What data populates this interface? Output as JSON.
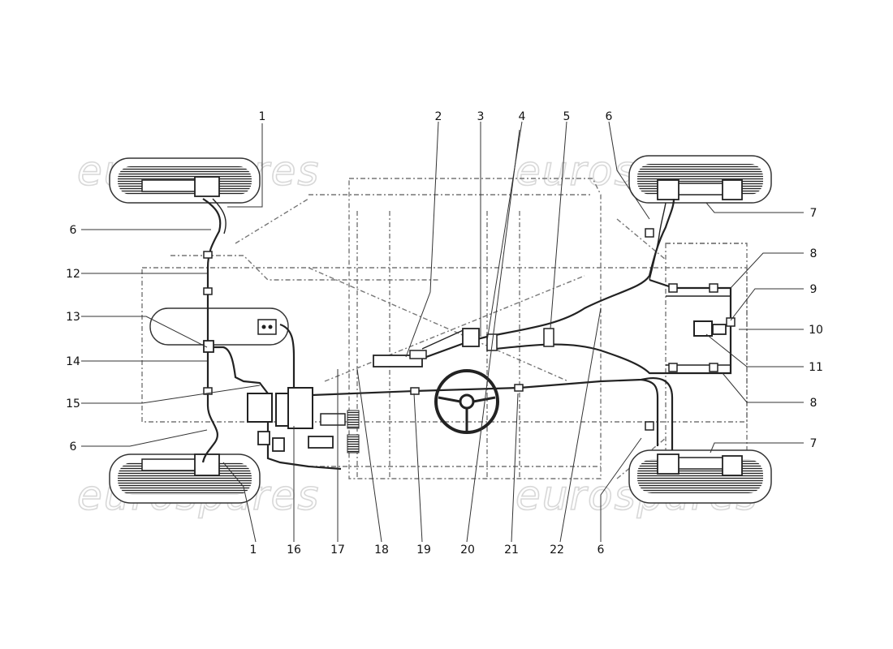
{
  "watermark": "eurospares",
  "callouts": {
    "c1_top": "1",
    "c1_bottom": "1",
    "c2": "2",
    "c3": "3",
    "c4": "4",
    "c5": "5",
    "c6_left_top": "6",
    "c6_left_bottom": "6",
    "c6_right_top": "6",
    "c6_right_bottom": "6",
    "c7_top": "7",
    "c7_bottom": "7",
    "c8_top": "8",
    "c8_bottom": "8",
    "c9": "9",
    "c10": "10",
    "c11": "11",
    "c12": "12",
    "c13": "13",
    "c14": "14",
    "c15": "15",
    "c16": "16",
    "c17": "17",
    "c18": "18",
    "c19": "19",
    "c20": "20",
    "c21": "21",
    "c22": "22"
  }
}
